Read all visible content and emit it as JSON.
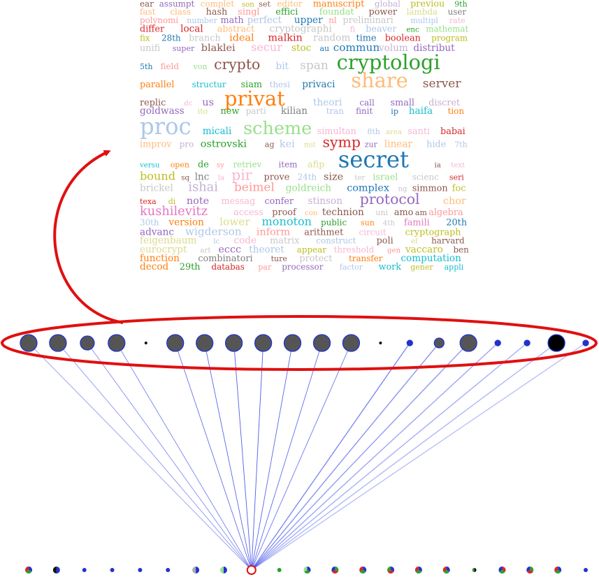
{
  "palette": {
    "edge": "#2a3be8",
    "ellipse": "#e01010",
    "node_fill": "#555555",
    "node_stroke": "#2233cc",
    "arrow": "#e01010"
  },
  "word_colors": [
    "#1f77b4",
    "#ff7f0e",
    "#2ca02c",
    "#d62728",
    "#9467bd",
    "#8c564b",
    "#e377c2",
    "#7f7f7f",
    "#bcbd22",
    "#17becf",
    "#aec7e8",
    "#ffbb78",
    "#98df8a",
    "#ff9896",
    "#c5b0d5",
    "#c49c94",
    "#f7b6d2",
    "#c7c7c7",
    "#dbdb8d",
    "#9edae5"
  ],
  "word_cloud": [
    {
      "text": "ear",
      "c": 5,
      "s": 14
    },
    {
      "text": "assumpt",
      "c": 4,
      "s": 14
    },
    {
      "text": "complet",
      "c": 11,
      "s": 14
    },
    {
      "text": "son",
      "c": 8,
      "s": 12
    },
    {
      "text": "set",
      "c": 5,
      "s": 13
    },
    {
      "text": "editor",
      "c": 11,
      "s": 14
    },
    {
      "text": "manuscript",
      "c": 1,
      "s": 15
    },
    {
      "text": "global",
      "c": 14,
      "s": 14
    },
    {
      "text": "previou",
      "c": 8,
      "s": 15
    },
    {
      "text": "9th",
      "c": 2,
      "s": 13
    },
    {
      "text": "fast",
      "c": 11,
      "s": 14
    },
    {
      "text": "class",
      "c": 11,
      "s": 14
    },
    {
      "text": "hash",
      "c": 5,
      "s": 15
    },
    {
      "text": "singl",
      "c": 13,
      "s": 15
    },
    {
      "text": "effici",
      "c": 2,
      "s": 15
    },
    {
      "text": "foundat",
      "c": 12,
      "s": 15
    },
    {
      "text": "power",
      "c": 5,
      "s": 15
    },
    {
      "text": "lambda",
      "c": 18,
      "s": 14
    },
    {
      "text": "user",
      "c": 7,
      "s": 14
    },
    {
      "text": "polynomi",
      "c": 13,
      "s": 14
    },
    {
      "text": "number",
      "c": 10,
      "s": 13
    },
    {
      "text": "math",
      "c": 4,
      "s": 15
    },
    {
      "text": "perfect",
      "c": 10,
      "s": 16
    },
    {
      "text": "upper",
      "c": 0,
      "s": 16
    },
    {
      "text": "nl",
      "c": 13,
      "s": 14
    },
    {
      "text": "preliminari",
      "c": 17,
      "s": 15
    },
    {
      "text": "multipl",
      "c": 10,
      "s": 13
    },
    {
      "text": "rate",
      "c": 16,
      "s": 13
    },
    {
      "text": "differ",
      "c": 3,
      "s": 15
    },
    {
      "text": "local",
      "c": 3,
      "s": 16
    },
    {
      "text": "abstract",
      "c": 11,
      "s": 15
    },
    {
      "text": "cryptographi",
      "c": 17,
      "s": 16
    },
    {
      "text": "fi",
      "c": 16,
      "s": 13
    },
    {
      "text": "beaver",
      "c": 10,
      "s": 15
    },
    {
      "text": "enc",
      "c": 2,
      "s": 12
    },
    {
      "text": "mathemat",
      "c": 12,
      "s": 14
    },
    {
      "text": "fix",
      "c": 8,
      "s": 14
    },
    {
      "text": "28th",
      "c": 0,
      "s": 14
    },
    {
      "text": "branch",
      "c": 17,
      "s": 15
    },
    {
      "text": "ideal",
      "c": 1,
      "s": 17
    },
    {
      "text": "malkin",
      "c": 3,
      "s": 17
    },
    {
      "text": "random",
      "c": 17,
      "s": 16
    },
    {
      "text": "time",
      "c": 0,
      "s": 15
    },
    {
      "text": "boolean",
      "c": 3,
      "s": 15
    },
    {
      "text": "program",
      "c": 8,
      "s": 14
    },
    {
      "text": "unifi",
      "c": 17,
      "s": 15
    },
    {
      "text": "super",
      "c": 4,
      "s": 13
    },
    {
      "text": "blaklei",
      "c": 5,
      "s": 17
    },
    {
      "text": "secur",
      "c": 16,
      "s": 19
    },
    {
      "text": "stoc",
      "c": 8,
      "s": 16
    },
    {
      "text": "au",
      "c": 0,
      "s": 13
    },
    {
      "text": "commun",
      "c": 0,
      "s": 18
    },
    {
      "text": "volum",
      "c": 14,
      "s": 16
    },
    {
      "text": "distribut",
      "c": 4,
      "s": 16
    },
    {
      "text": "5th",
      "c": 0,
      "s": 13
    },
    {
      "text": "field",
      "c": 13,
      "s": 14
    },
    {
      "text": "von",
      "c": 12,
      "s": 13
    },
    {
      "text": "crypto",
      "c": 5,
      "s": 24
    },
    {
      "text": "bit",
      "c": 10,
      "s": 16
    },
    {
      "text": "span",
      "c": 17,
      "s": 20
    },
    {
      "text": "cryptologi",
      "c": 2,
      "s": 34
    },
    {
      "text": "parallel",
      "c": 1,
      "s": 15
    },
    {
      "text": "structur",
      "c": 9,
      "s": 14
    },
    {
      "text": "siam",
      "c": 2,
      "s": 15
    },
    {
      "text": "thesi",
      "c": 10,
      "s": 14
    },
    {
      "text": "privaci",
      "c": 0,
      "s": 16
    },
    {
      "text": "share",
      "c": 11,
      "s": 34
    },
    {
      "text": "server",
      "c": 5,
      "s": 20
    },
    {
      "text": "replic",
      "c": 5,
      "s": 15
    },
    {
      "text": "dc",
      "c": 16,
      "s": 12
    },
    {
      "text": "us",
      "c": 4,
      "s": 17
    },
    {
      "text": "privat",
      "c": 1,
      "s": 34
    },
    {
      "text": "theori",
      "c": 10,
      "s": 16
    },
    {
      "text": "call",
      "c": 4,
      "s": 14
    },
    {
      "text": "small",
      "c": 4,
      "s": 15
    },
    {
      "text": "discret",
      "c": 14,
      "s": 15
    },
    {
      "text": "goldwass",
      "c": 4,
      "s": 16
    },
    {
      "text": "ito",
      "c": 18,
      "s": 13
    },
    {
      "text": "new",
      "c": 2,
      "s": 15
    },
    {
      "text": "parti",
      "c": 17,
      "s": 14
    },
    {
      "text": "kilian",
      "c": 7,
      "s": 16
    },
    {
      "text": "tran",
      "c": 10,
      "s": 14
    },
    {
      "text": "finit",
      "c": 4,
      "s": 14
    },
    {
      "text": "ip",
      "c": 0,
      "s": 13
    },
    {
      "text": "haifa",
      "c": 9,
      "s": 16
    },
    {
      "text": "tion",
      "c": 1,
      "s": 14
    },
    {
      "text": "proc",
      "c": 10,
      "s": 38
    },
    {
      "text": "micali",
      "c": 9,
      "s": 16
    },
    {
      "text": "scheme",
      "c": 12,
      "s": 30
    },
    {
      "text": "simultan",
      "c": 16,
      "s": 15
    },
    {
      "text": "8th",
      "c": 10,
      "s": 13
    },
    {
      "text": "area",
      "c": 18,
      "s": 12
    },
    {
      "text": "santi",
      "c": 16,
      "s": 15
    },
    {
      "text": "babai",
      "c": 3,
      "s": 15
    },
    {
      "text": "improv",
      "c": 11,
      "s": 15
    },
    {
      "text": "pro",
      "c": 14,
      "s": 14
    },
    {
      "text": "ostrovski",
      "c": 2,
      "s": 17
    },
    {
      "text": "ag",
      "c": 5,
      "s": 13
    },
    {
      "text": "kei",
      "c": 10,
      "s": 17
    },
    {
      "text": "mit",
      "c": 18,
      "s": 12
    },
    {
      "text": "symp",
      "c": 3,
      "s": 24
    },
    {
      "text": "zur",
      "c": 4,
      "s": 13
    },
    {
      "text": "linear",
      "c": 11,
      "s": 16
    },
    {
      "text": "hide",
      "c": 10,
      "s": 15
    },
    {
      "text": "7th",
      "c": 10,
      "s": 13
    },
    {
      "text": "versu",
      "c": 9,
      "s": 12
    },
    {
      "text": "open",
      "c": 1,
      "s": 13
    },
    {
      "text": "de",
      "c": 2,
      "s": 15
    },
    {
      "text": "sy",
      "c": 13,
      "s": 12
    },
    {
      "text": "retriev",
      "c": 12,
      "s": 14
    },
    {
      "text": "item",
      "c": 4,
      "s": 14
    },
    {
      "text": "afip",
      "c": 18,
      "s": 15
    },
    {
      "text": "secret",
      "c": 0,
      "s": 38
    },
    {
      "text": "ia",
      "c": 5,
      "s": 12
    },
    {
      "text": "text",
      "c": 16,
      "s": 12
    },
    {
      "text": "bound",
      "c": 8,
      "s": 19
    },
    {
      "text": "sq",
      "c": 5,
      "s": 12
    },
    {
      "text": "lnc",
      "c": 7,
      "s": 16
    },
    {
      "text": "la",
      "c": 16,
      "s": 12
    },
    {
      "text": "pir",
      "c": 16,
      "s": 24
    },
    {
      "text": "prove",
      "c": 5,
      "s": 15
    },
    {
      "text": "24th",
      "c": 10,
      "s": 14
    },
    {
      "text": "size",
      "c": 5,
      "s": 17
    },
    {
      "text": "ter",
      "c": 17,
      "s": 12
    },
    {
      "text": "israel",
      "c": 12,
      "s": 15
    },
    {
      "text": "scienc",
      "c": 17,
      "s": 14
    },
    {
      "text": "seri",
      "c": 3,
      "s": 13
    },
    {
      "text": "brickel",
      "c": 17,
      "s": 16
    },
    {
      "text": "ishai",
      "c": 14,
      "s": 21
    },
    {
      "text": "beimel",
      "c": 13,
      "s": 20
    },
    {
      "text": "goldreich",
      "c": 12,
      "s": 16
    },
    {
      "text": "complex",
      "c": 0,
      "s": 17
    },
    {
      "text": "ng",
      "c": 17,
      "s": 12
    },
    {
      "text": "simmon",
      "c": 5,
      "s": 15
    },
    {
      "text": "foc",
      "c": 8,
      "s": 15
    },
    {
      "text": "texa",
      "c": 3,
      "s": 13
    },
    {
      "text": "di",
      "c": 8,
      "s": 13
    },
    {
      "text": "note",
      "c": 4,
      "s": 17
    },
    {
      "text": "messag",
      "c": 16,
      "s": 15
    },
    {
      "text": "confer",
      "c": 4,
      "s": 15
    },
    {
      "text": "stinson",
      "c": 14,
      "s": 16
    },
    {
      "text": "protocol",
      "c": 4,
      "s": 24
    },
    {
      "text": "chor",
      "c": 11,
      "s": 17
    },
    {
      "text": "kushilevitz",
      "c": 6,
      "s": 21
    },
    {
      "text": "access",
      "c": 16,
      "s": 15
    },
    {
      "text": "proof",
      "c": 5,
      "s": 15
    },
    {
      "text": "con",
      "c": 11,
      "s": 12
    },
    {
      "text": "technion",
      "c": 5,
      "s": 16
    },
    {
      "text": "uni",
      "c": 17,
      "s": 13
    },
    {
      "text": "amo",
      "c": 5,
      "s": 15
    },
    {
      "text": "am",
      "c": 5,
      "s": 13
    },
    {
      "text": "algebra",
      "c": 13,
      "s": 15
    },
    {
      "text": "30th",
      "c": 10,
      "s": 14
    },
    {
      "text": "version",
      "c": 1,
      "s": 16
    },
    {
      "text": "lower",
      "c": 18,
      "s": 18
    },
    {
      "text": "monoton",
      "c": 9,
      "s": 19
    },
    {
      "text": "public",
      "c": 2,
      "s": 14
    },
    {
      "text": "sun",
      "c": 1,
      "s": 13
    },
    {
      "text": "4th",
      "c": 17,
      "s": 12
    },
    {
      "text": "famili",
      "c": 6,
      "s": 15
    },
    {
      "text": "20th",
      "c": 0,
      "s": 15
    },
    {
      "text": "advanc",
      "c": 4,
      "s": 16
    },
    {
      "text": "wigderson",
      "c": 10,
      "s": 18
    },
    {
      "text": "inform",
      "c": 13,
      "s": 17
    },
    {
      "text": "arithmet",
      "c": 5,
      "s": 15
    },
    {
      "text": "circuit",
      "c": 16,
      "s": 14
    },
    {
      "text": "cryptograph",
      "c": 8,
      "s": 15
    },
    {
      "text": "feigenbaum",
      "c": 18,
      "s": 16
    },
    {
      "text": "lc",
      "c": 10,
      "s": 12
    },
    {
      "text": "code",
      "c": 16,
      "s": 16
    },
    {
      "text": "matrix",
      "c": 17,
      "s": 15
    },
    {
      "text": "construct",
      "c": 10,
      "s": 14
    },
    {
      "text": "poli",
      "c": 5,
      "s": 15
    },
    {
      "text": "ef",
      "c": 18,
      "s": 12
    },
    {
      "text": "harvard",
      "c": 5,
      "s": 14
    },
    {
      "text": "eurocrypt",
      "c": 18,
      "s": 16
    },
    {
      "text": "art",
      "c": 17,
      "s": 12
    },
    {
      "text": "eccc",
      "c": 4,
      "s": 17
    },
    {
      "text": "theoret",
      "c": 10,
      "s": 16
    },
    {
      "text": "appear",
      "c": 8,
      "s": 14
    },
    {
      "text": "threshold",
      "c": 16,
      "s": 14
    },
    {
      "text": "gen",
      "c": 13,
      "s": 12
    },
    {
      "text": "vaccaro",
      "c": 8,
      "s": 16
    },
    {
      "text": "ben",
      "c": 5,
      "s": 14
    },
    {
      "text": "function",
      "c": 1,
      "s": 16
    },
    {
      "text": "combinatori",
      "c": 7,
      "s": 15
    },
    {
      "text": "ture",
      "c": 5,
      "s": 13
    },
    {
      "text": "protect",
      "c": 17,
      "s": 15
    },
    {
      "text": "transfer",
      "c": 1,
      "s": 14
    },
    {
      "text": "computation",
      "c": 9,
      "s": 16
    },
    {
      "text": "decod",
      "c": 1,
      "s": 16
    },
    {
      "text": "29th",
      "c": 2,
      "s": 15
    },
    {
      "text": "databas",
      "c": 3,
      "s": 14
    },
    {
      "text": "par",
      "c": 13,
      "s": 13
    },
    {
      "text": "processor",
      "c": 4,
      "s": 14
    },
    {
      "text": "factor",
      "c": 10,
      "s": 13
    },
    {
      "text": "work",
      "c": 9,
      "s": 15
    },
    {
      "text": "gener",
      "c": 8,
      "s": 13
    },
    {
      "text": "appli",
      "c": 9,
      "s": 13
    }
  ],
  "top_nodes": [
    {
      "r": 12,
      "fill": "#555555"
    },
    {
      "r": 12,
      "fill": "#555555"
    },
    {
      "r": 10,
      "fill": "#555555"
    },
    {
      "r": 12,
      "fill": "#555555"
    },
    {
      "r": 2,
      "fill": "#111111"
    },
    {
      "r": 12,
      "fill": "#555555"
    },
    {
      "r": 12,
      "fill": "#555555"
    },
    {
      "r": 12,
      "fill": "#555555"
    },
    {
      "r": 12,
      "fill": "#555555"
    },
    {
      "r": 12,
      "fill": "#555555"
    },
    {
      "r": 12,
      "fill": "#555555"
    },
    {
      "r": 12,
      "fill": "#555555"
    },
    {
      "r": 2,
      "fill": "#111111"
    },
    {
      "r": 4,
      "fill": "#2233cc"
    },
    {
      "r": 7,
      "fill": "#555555"
    },
    {
      "r": 12,
      "fill": "#555555"
    },
    {
      "r": 4,
      "fill": "#2233cc"
    },
    {
      "r": 4,
      "fill": "#2233cc"
    },
    {
      "r": 12,
      "fill": "#000000"
    },
    {
      "r": 4,
      "fill": "#2233cc"
    }
  ],
  "bottom_nodes": [
    {
      "r": 5,
      "colors": [
        "#2233cc",
        "#2ca02c",
        "#d62728"
      ]
    },
    {
      "r": 5,
      "colors": [
        "#2233cc",
        "#111111"
      ]
    },
    {
      "r": 3,
      "colors": [
        "#2233cc"
      ]
    },
    {
      "r": 3,
      "colors": [
        "#2233cc"
      ]
    },
    {
      "r": 3,
      "colors": [
        "#2233cc"
      ]
    },
    {
      "r": 3,
      "colors": [
        "#2233cc"
      ]
    },
    {
      "r": 5,
      "colors": [
        "#2233cc",
        "#aaaaaa"
      ]
    },
    {
      "r": 5,
      "colors": [
        "#2233cc",
        "#98df8a"
      ]
    },
    {
      "r": 6,
      "colors": [
        "#ffffff"
      ],
      "hub": true
    },
    {
      "r": 3,
      "colors": [
        "#2ca02c"
      ]
    },
    {
      "r": 5,
      "colors": [
        "#2233cc",
        "#2ca02c",
        "#98df8a"
      ]
    },
    {
      "r": 5,
      "colors": [
        "#2ca02c",
        "#d62728",
        "#2233cc"
      ]
    },
    {
      "r": 5,
      "colors": [
        "#2233cc",
        "#2ca02c",
        "#d62728"
      ]
    },
    {
      "r": 5,
      "colors": [
        "#2233cc",
        "#d62728",
        "#2ca02c"
      ]
    },
    {
      "r": 5,
      "colors": [
        "#2233cc",
        "#2ca02c",
        "#d62728"
      ]
    },
    {
      "r": 5,
      "colors": [
        "#2233cc",
        "#2ca02c",
        "#d62728"
      ]
    },
    {
      "r": 3,
      "colors": [
        "#111111",
        "#2ca02c"
      ]
    },
    {
      "r": 5,
      "colors": [
        "#d62728",
        "#2ca02c",
        "#2233cc"
      ]
    },
    {
      "r": 5,
      "colors": [
        "#2ca02c",
        "#d62728",
        "#2233cc"
      ]
    },
    {
      "r": 5,
      "colors": [
        "#2233cc",
        "#2ca02c",
        "#d62728"
      ]
    },
    {
      "r": 3,
      "colors": [
        "#2233cc"
      ]
    }
  ]
}
